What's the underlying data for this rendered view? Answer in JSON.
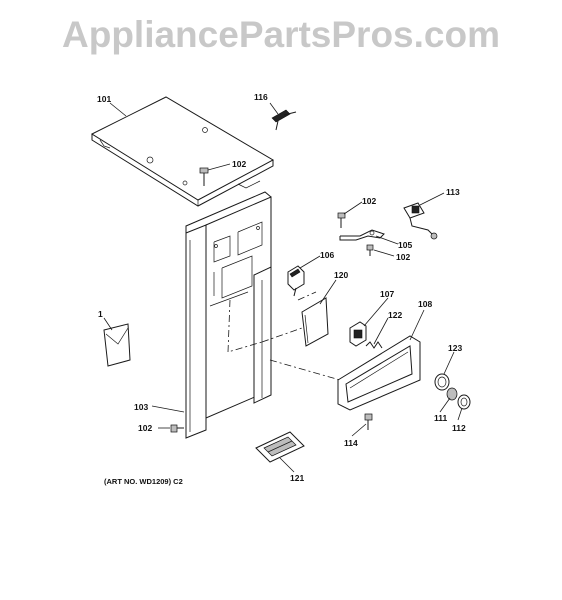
{
  "watermark": "AppliancePartsPros.com",
  "art_number": "(ART NO. WD1209) C2",
  "labels": {
    "p101": "101",
    "p116": "116",
    "p102_top": "102",
    "p113": "113",
    "p102_mid": "102",
    "p105": "105",
    "p102_right": "102",
    "p106": "106",
    "p120": "120",
    "p107": "107",
    "p108": "108",
    "p122": "122",
    "p1": "1",
    "p123": "123",
    "p103": "103",
    "p102_left": "102",
    "p111": "111",
    "p112": "112",
    "p114": "114",
    "p121": "121"
  }
}
